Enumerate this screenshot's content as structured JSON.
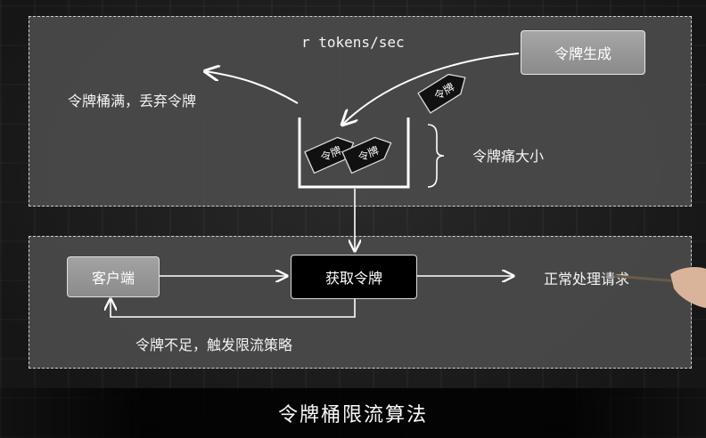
{
  "rate_label": "r tokens/sec",
  "generator_label": "令牌生成",
  "bucket_full_label": "令牌桶满，丢弃令牌",
  "bucket_capacity_label": "令牌痛大小",
  "token_label": "令牌",
  "client_label": "客户端",
  "acquire_label": "获取令牌",
  "normal_label": "正常处理请求",
  "limit_label": "令牌不足，触发限流策略",
  "title": "令牌桶限流算法",
  "colors": {
    "panel": "#4a4a4a",
    "panel_border": "#cfcfcf",
    "token": "#111111",
    "acquire_box": "#000000",
    "generator_box": "#999999",
    "arrow": "#ffffff"
  }
}
